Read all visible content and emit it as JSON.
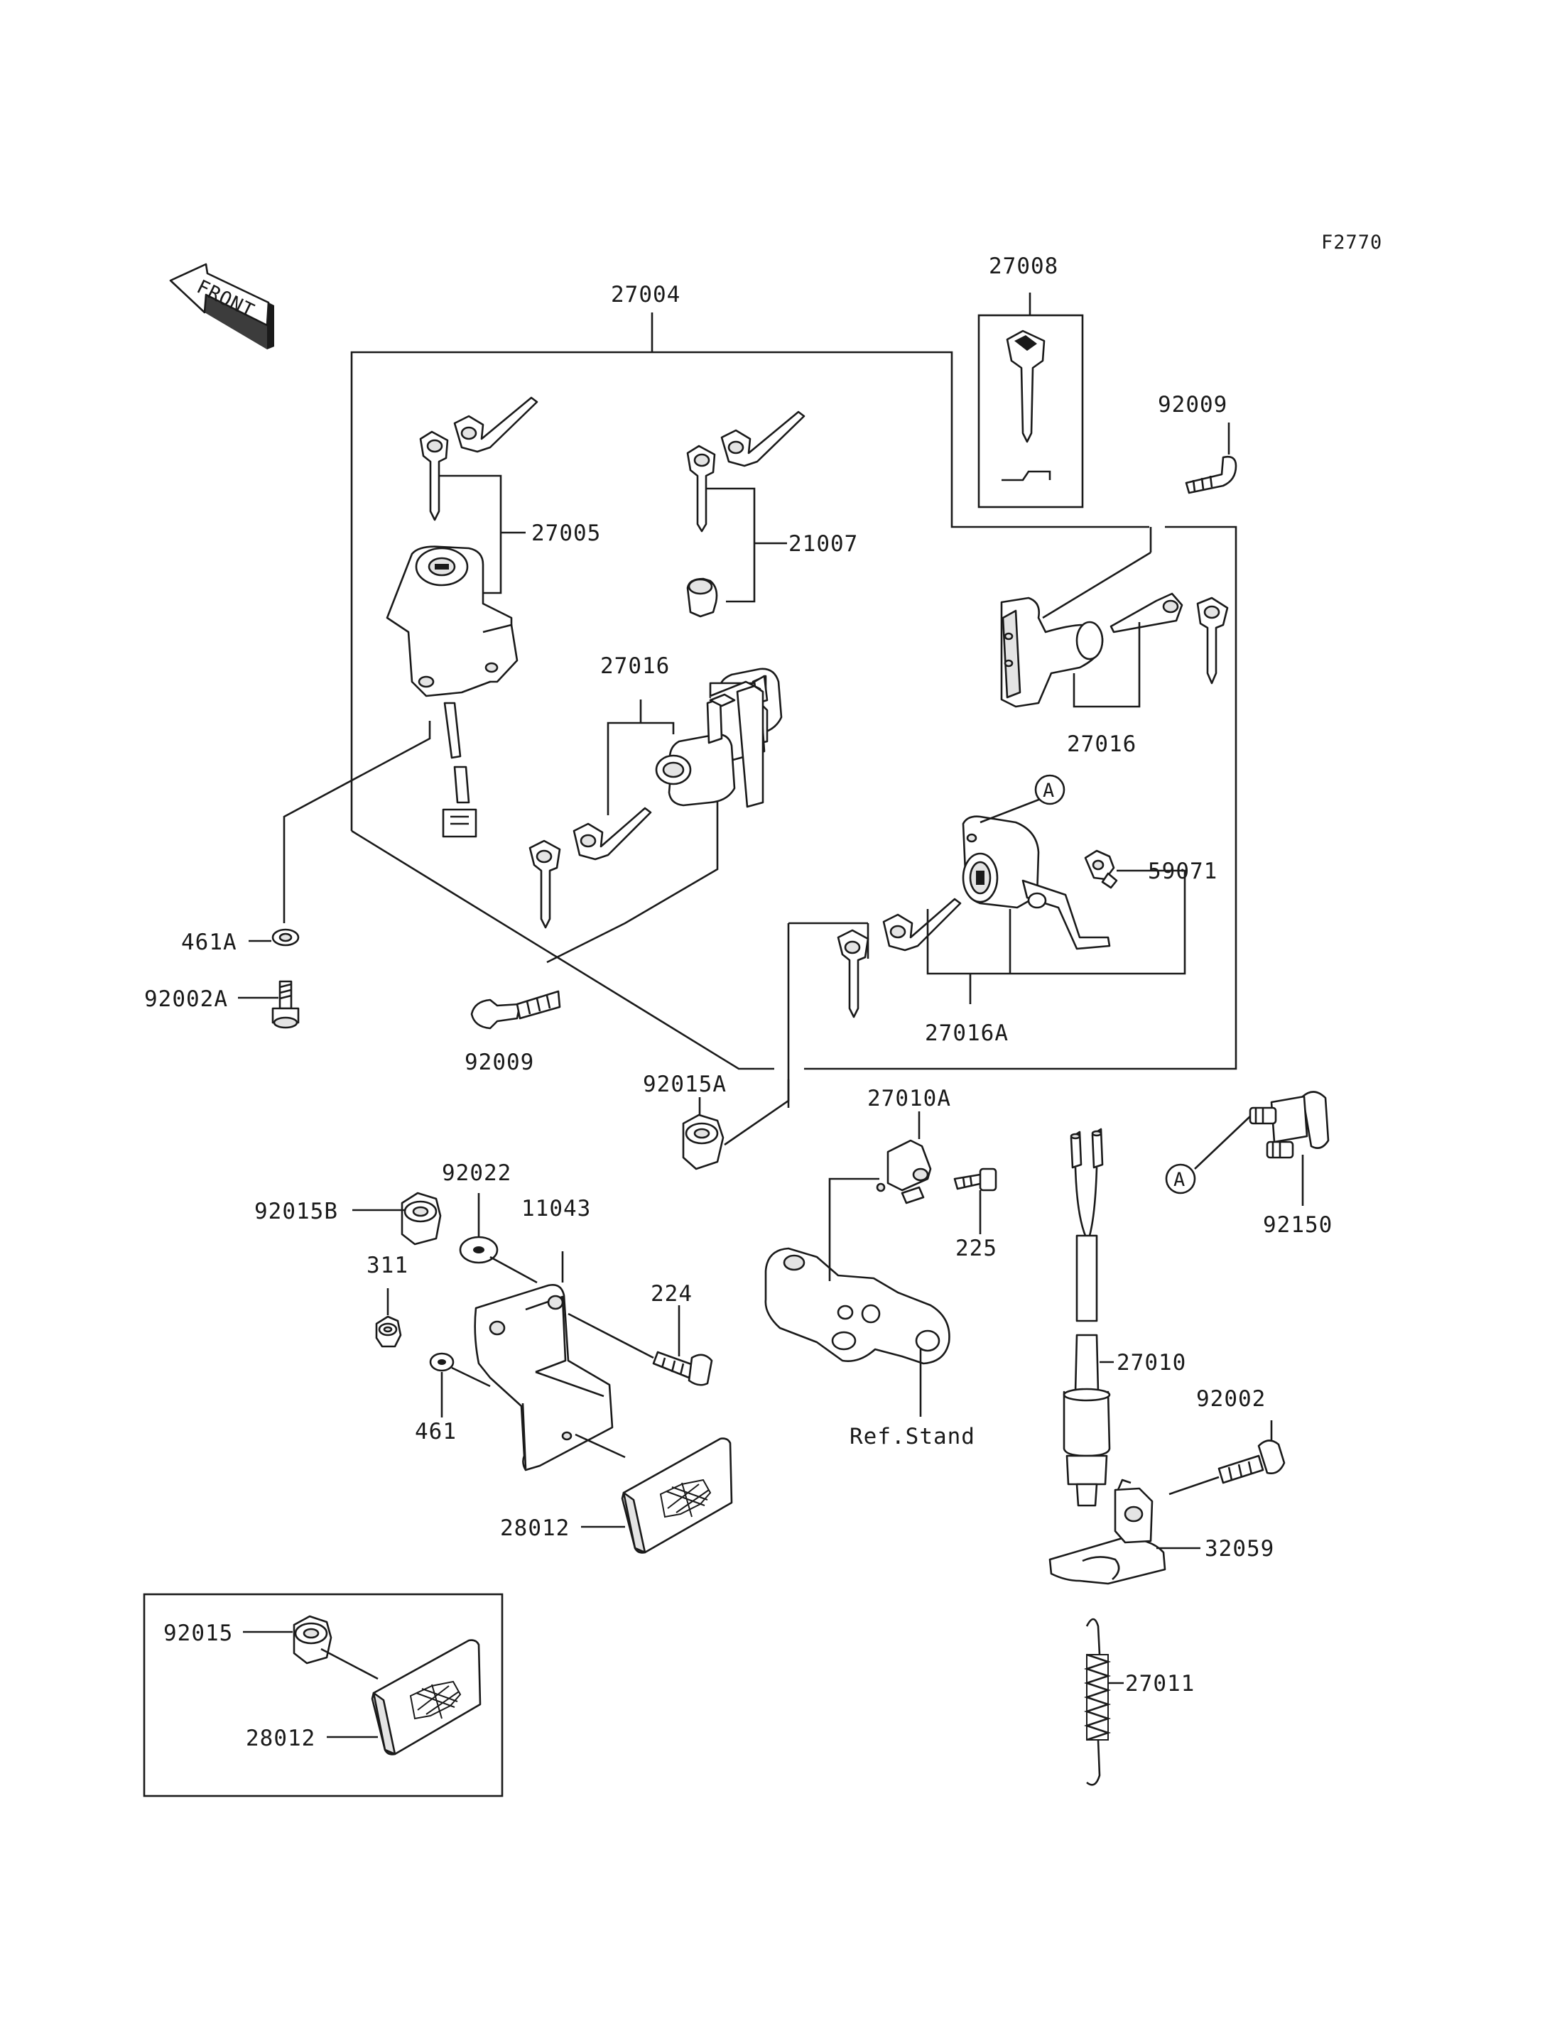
{
  "figure_code": "F2770",
  "front_indicator": "FRONT",
  "parts": {
    "p27004": "27004",
    "p27008": "27008",
    "p27005": "27005",
    "p21007": "21007",
    "p92009_top": "92009",
    "p27016_left": "27016",
    "p27016_right": "27016",
    "p59071": "59071",
    "p27016A": "27016A",
    "p461A": "461A",
    "p92002A": "92002A",
    "p92009_bottom": "92009",
    "p92015A": "92015A",
    "p27010A": "27010A",
    "p225": "225",
    "p92150": "92150",
    "p92015B": "92015B",
    "p92022": "92022",
    "p11043": "11043",
    "p311": "311",
    "p224": "224",
    "p461": "461",
    "p28012": "28012",
    "p27010": "27010",
    "p92002": "92002",
    "p32059": "32059",
    "p27011": "27011",
    "p92015": "92015",
    "p28012_inset": "28012",
    "ref_stand": "Ref.Stand"
  },
  "markers": {
    "a_top": "A",
    "a_bottom": "A"
  }
}
